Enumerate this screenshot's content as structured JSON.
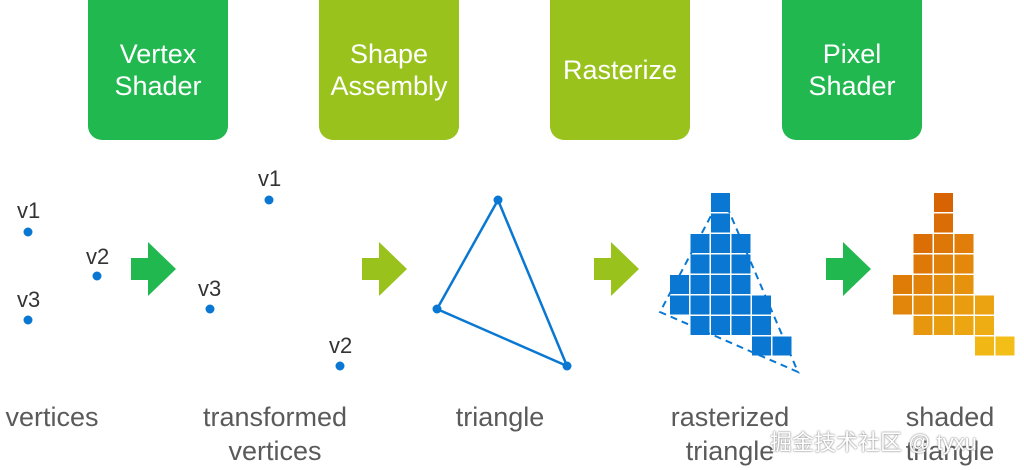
{
  "stages": [
    {
      "line1": "Vertex",
      "line2": "Shader",
      "color": "#21b850"
    },
    {
      "line1": "Shape",
      "line2": "Assembly",
      "color": "#99c21c"
    },
    {
      "line1": "Rasterize",
      "line2": "",
      "color": "#99c21c"
    },
    {
      "line1": "Pixel",
      "line2": "Shader",
      "color": "#21b850"
    }
  ],
  "vertex_labels": {
    "v1": "v1",
    "v2": "v2",
    "v3": "v3"
  },
  "captions": {
    "vertices": "vertices",
    "transformed_line1": "transformed",
    "transformed_line2": "vertices",
    "triangle": "triangle",
    "rasterized_line1": "rasterized",
    "rasterized_line2": "triangle",
    "shaded_line1": "shaded",
    "shaded_line2": "triangle"
  },
  "watermark": "掘金技术社区 @ tyxu",
  "colors": {
    "vertex_blue": "#0a78d2",
    "arrow_green": "#21b850",
    "arrow_lime": "#99c21c",
    "pixel_blue": "#0a78d2",
    "shade_dark": "#d35400",
    "shade_light": "#f5c518"
  }
}
